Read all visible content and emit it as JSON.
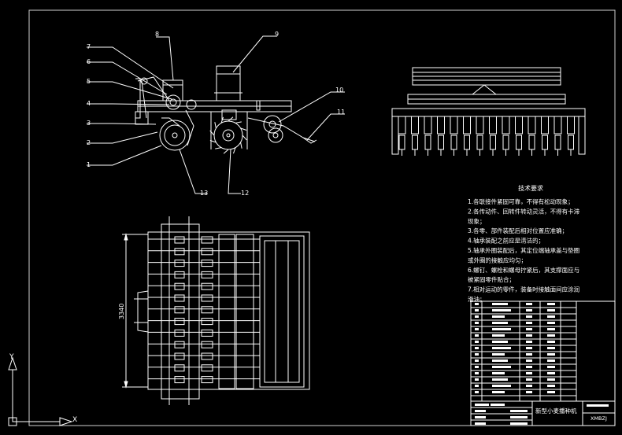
{
  "drawing": {
    "side_view_callouts": [
      "1",
      "2",
      "3",
      "4",
      "5",
      "6",
      "7",
      "8",
      "9",
      "10",
      "11",
      "12",
      "13"
    ],
    "plan_view_dimension": "3340",
    "tech_requirements": {
      "title": "技术要求",
      "lines": [
        "1.各联接件紧固可靠，不得有松动现象；",
        "2.各传动件、回转件转动灵活，不得有卡滞",
        "现象；",
        "3.各零、部件装配后相对位置应准确；",
        "4.轴承装配之前应是清洁的；",
        "5.轴承外圈装配后，其定位端轴承盖与垫圈",
        "或外圈的接触应均匀；",
        "6.螺钉、螺栓和螺母拧紧后，其支撑面应与",
        "被紧固零件贴合；",
        "7.相对运动的零件，装备时接触面间应涂润",
        "滑油；"
      ]
    },
    "title_block": {
      "name": "新型小麦播种机",
      "code": "XMBZJ"
    },
    "ucs": {
      "x_label": "X",
      "y_label": "Y"
    },
    "colors": {
      "background": "#000000",
      "lines": "#ffffff",
      "frame": "#c8c8c8"
    }
  }
}
